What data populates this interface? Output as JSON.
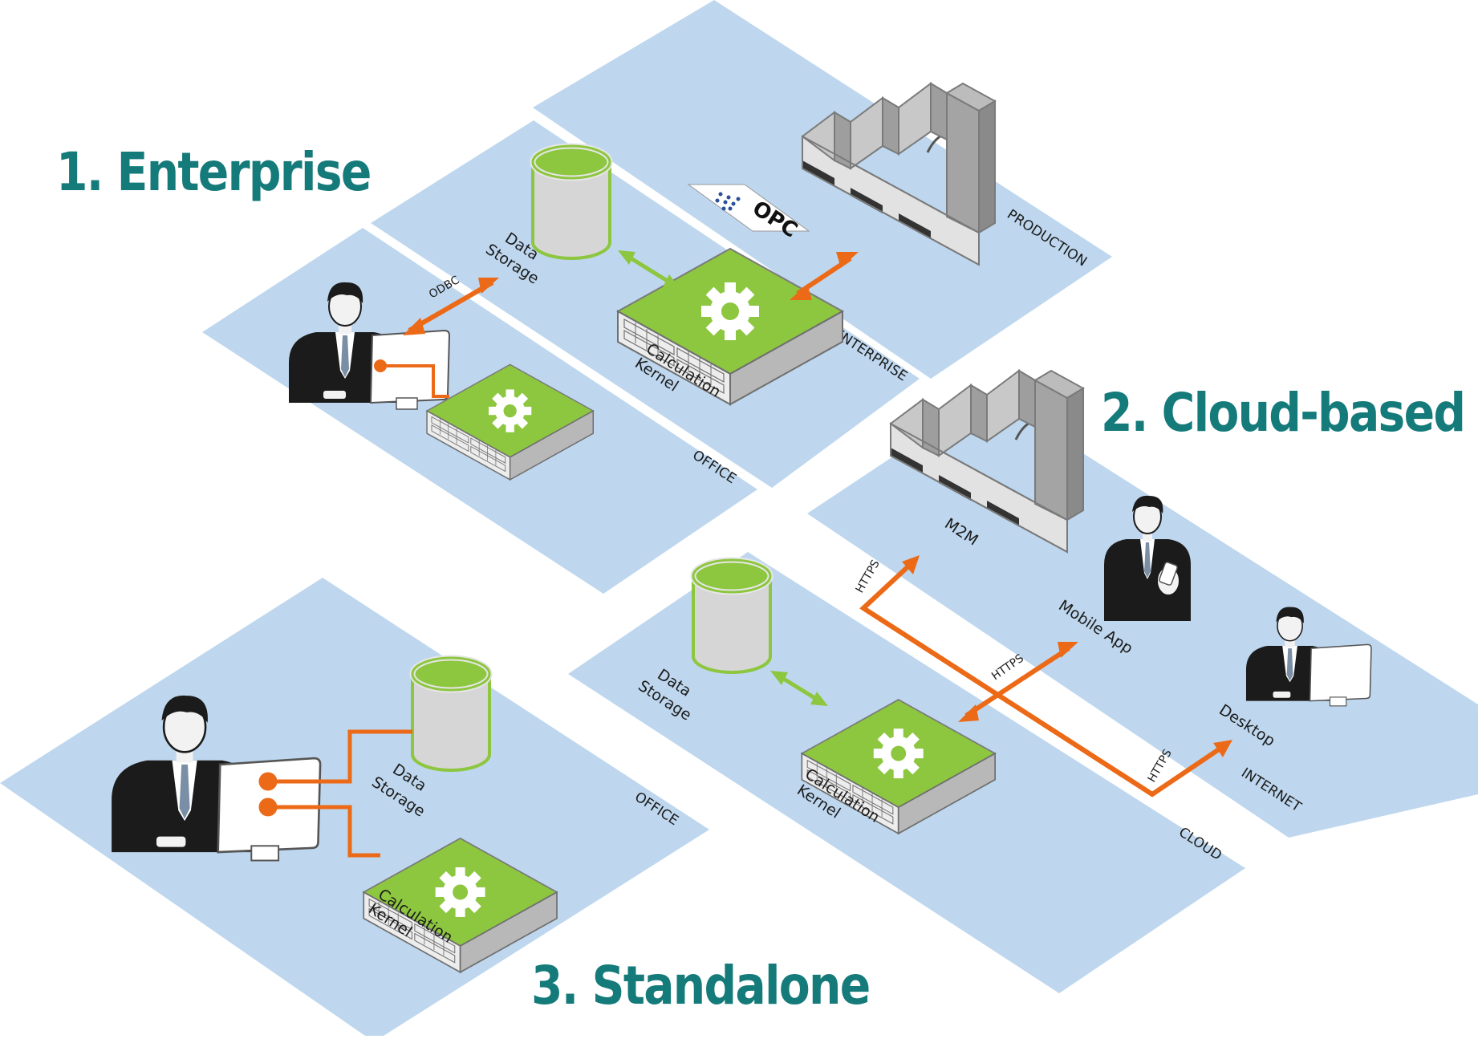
{
  "headings": {
    "enterprise": "1. Enterprise",
    "cloud": "2. Cloud-based",
    "standalone": "3. Standalone"
  },
  "zones": {
    "production": "PRODUCTION",
    "enterprise": "ENTERPRISE",
    "office_enterprise": "OFFICE",
    "internet": "INTERNET",
    "cloud": "CLOUD",
    "office_standalone": "OFFICE"
  },
  "labels": {
    "data_storage_l1": "Data",
    "data_storage_l2": "Storage",
    "calc_kernel_l1": "Calculation",
    "calc_kernel_l2": "Kernel",
    "m2m": "M2M",
    "mobile_app": "Mobile App",
    "desktop": "Desktop",
    "odbc": "ODBC",
    "https": "HTTPS",
    "opc_logo": "OPC"
  },
  "colors": {
    "plane": "#bed7ee",
    "green": "#8dc63f",
    "orange": "#ec6a17",
    "teal": "#157a7a",
    "server_gray": "#d2d2d2",
    "factory_gray": "#a4a4a4"
  },
  "icons": [
    "database-icon",
    "server-icon",
    "gear-icon",
    "factory-icon",
    "user-at-computer-icon",
    "user-with-phone-icon",
    "opc-logo"
  ]
}
